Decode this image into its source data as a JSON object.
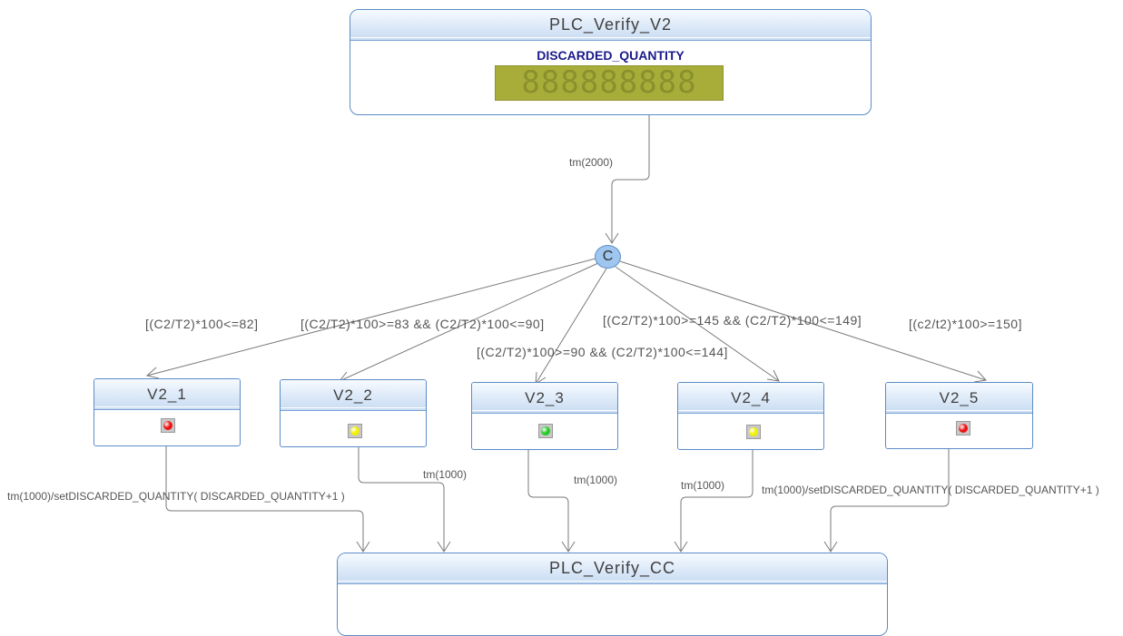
{
  "states": {
    "main": {
      "title": "PLC_Verify_V2",
      "variable": "DISCARDED_QUANTITY",
      "display": "888888888"
    },
    "v2_1": {
      "title": "V2_1",
      "lamp_color": "#ee1111"
    },
    "v2_2": {
      "title": "V2_2",
      "lamp_color": "#f2f000"
    },
    "v2_3": {
      "title": "V2_3",
      "lamp_color": "#22cc22"
    },
    "v2_4": {
      "title": "V2_4",
      "lamp_color": "#f2f000"
    },
    "v2_5": {
      "title": "V2_5",
      "lamp_color": "#ee1111"
    },
    "cc": {
      "title": "PLC_Verify_CC"
    }
  },
  "junction": {
    "label": "C"
  },
  "transitions": {
    "main_to_junction": "tm(2000)",
    "guard_1": "[(C2/T2)*100<=82]",
    "guard_2": "[(C2/T2)*100>=83 && (C2/T2)*100<=90]",
    "guard_3": "[(C2/T2)*100>=90 && (C2/T2)*100<=144]",
    "guard_4": "[(C2/T2)*100>=145 && (C2/T2)*100<=149]",
    "guard_5": "[(c2/t2)*100>=150]",
    "v2_1_to_cc": "tm(1000)/setDISCARDED_QUANTITY( DISCARDED_QUANTITY+1 )",
    "v2_2_to_cc": "tm(1000)",
    "v2_3_to_cc": "tm(1000)",
    "v2_4_to_cc": "tm(1000)",
    "v2_5_to_cc": "tm(1000)/setDISCARDED_QUANTITY( DISCARDED_QUANTITY+1 )"
  },
  "colors": {
    "border": "#5b8cc8",
    "display_bg": "#a8ad3a",
    "variable_text": "#1a1a8c",
    "edge": "#7a7a7a"
  }
}
